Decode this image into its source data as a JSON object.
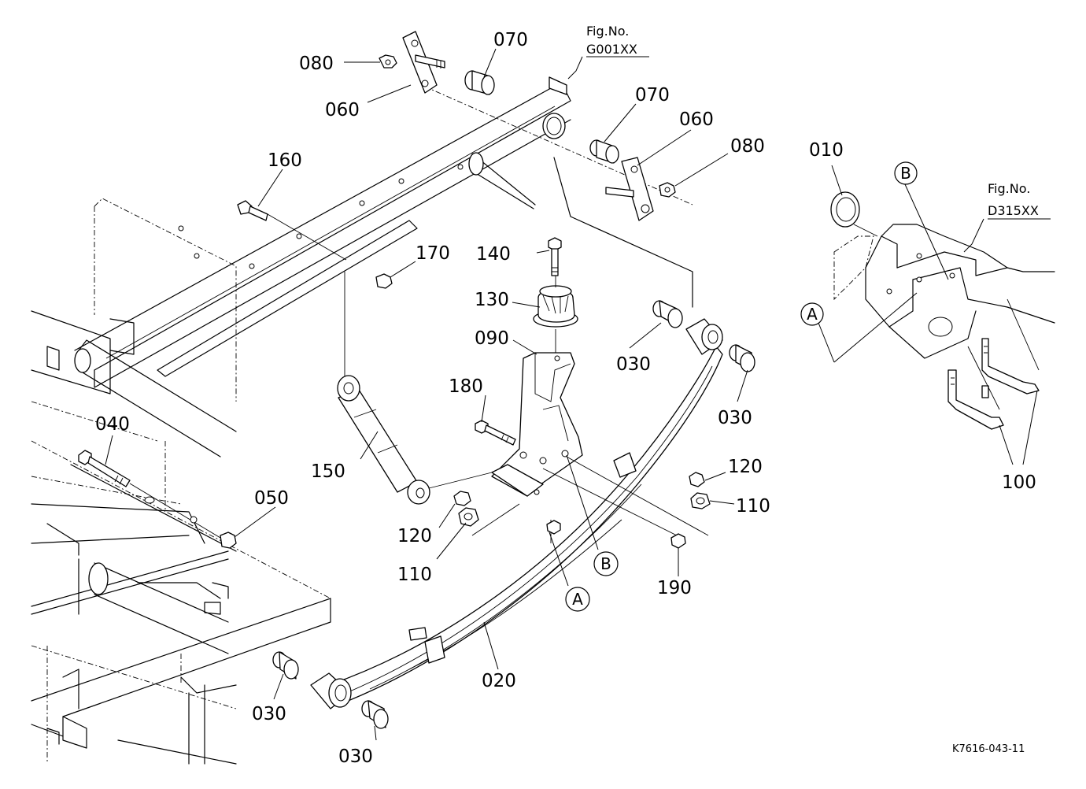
{
  "fig_refs": [
    {
      "label": "Fig.No.",
      "code": "G001XX"
    },
    {
      "label": "Fig.No.",
      "code": "D315XX"
    }
  ],
  "callouts": {
    "c010": "010",
    "c020": "020",
    "c030a": "030",
    "c030b": "030",
    "c030c": "030",
    "c030d": "030",
    "c040": "040",
    "c050": "050",
    "c060a": "060",
    "c060b": "060",
    "c070a": "070",
    "c070b": "070",
    "c080a": "080",
    "c080b": "080",
    "c090": "090",
    "c100": "100",
    "c110a": "110",
    "c110b": "110",
    "c120a": "120",
    "c120b": "120",
    "c130": "130",
    "c140": "140",
    "c150": "150",
    "c160": "160",
    "c170": "170",
    "c180": "180",
    "c190": "190"
  },
  "markers": {
    "a": "A",
    "b": "B"
  },
  "drawing_number": "K7616-043-11"
}
